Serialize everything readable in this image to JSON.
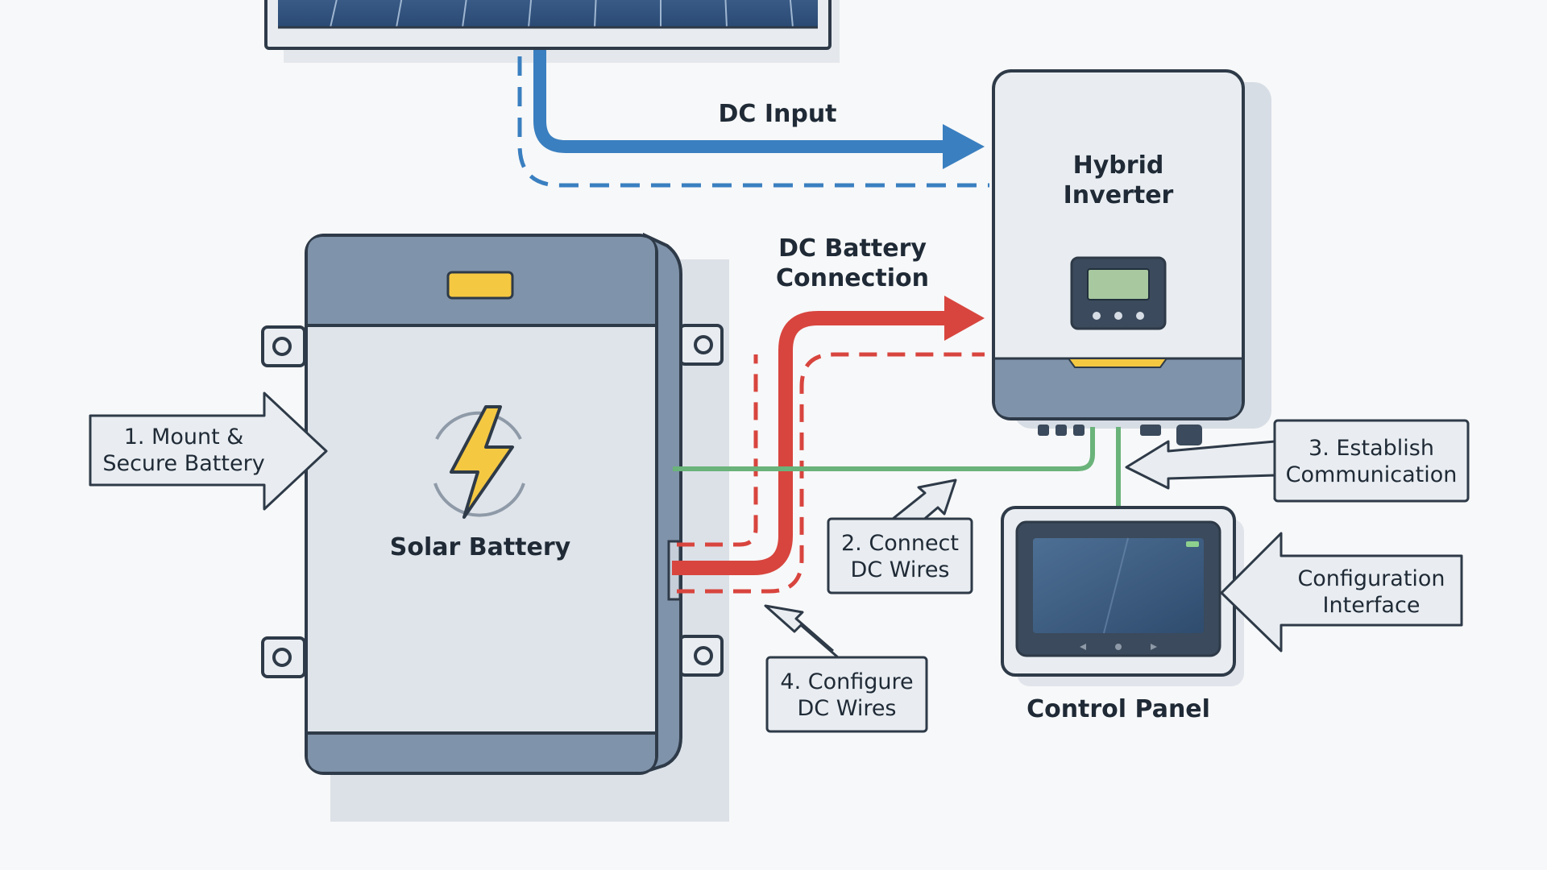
{
  "labels": {
    "dc_input": "DC Input",
    "dc_battery_connection": [
      "DC Battery",
      "Connection"
    ],
    "hybrid_inverter": [
      "Hybrid",
      "Inverter"
    ],
    "solar_battery": "Solar Battery",
    "control_panel": "Control Panel"
  },
  "callouts": {
    "mount": [
      "1. Mount &",
      "Secure Battery"
    ],
    "connect": [
      "2. Connect",
      "DC Wires"
    ],
    "communication": [
      "3. Establish",
      "Communication"
    ],
    "configure_wires": [
      "4. Configure",
      "DC Wires"
    ],
    "config_interface": [
      "Configuration",
      "Interface"
    ]
  },
  "colors": {
    "dc_input_wire": "#3a7fc0",
    "battery_wire": "#d8453e",
    "comm_wire": "#6ab37a",
    "outline": "#2e3a48",
    "accent": "#f5c842",
    "panel_blue": "#3c5f86"
  },
  "icons": {
    "battery": "lightning-bolt-icon",
    "panel": "solar-panel-icon"
  }
}
